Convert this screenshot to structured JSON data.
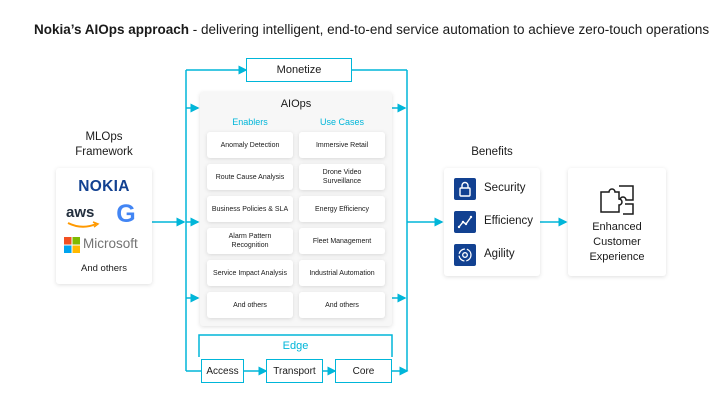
{
  "heading": {
    "strong": "Nokia’s AIOps approach",
    "rest": " - delivering intelligent, end-to-end service automation to achieve zero-touch operations"
  },
  "mlops": {
    "title": "MLOps Framework",
    "nokia": "NOKIA",
    "aws": "aws",
    "google": "G",
    "microsoft": "Microsoft",
    "others": "And others"
  },
  "monetize": "Monetize",
  "aiops": {
    "title": "AIOps",
    "enablers_label": "Enablers",
    "use_cases_label": "Use Cases",
    "enablers": [
      "Anomaly Detection",
      "Route Cause Analysis",
      "Business Policies & SLA",
      "Alarm Pattern Recognition",
      "Service Impact Analysis",
      "And others"
    ],
    "use_cases": [
      "Immersive Retail",
      "Drone Video Surveillance",
      "Energy Efficiency",
      "Fleet Management",
      "Industrial Automation",
      "And others"
    ]
  },
  "edge": {
    "title": "Edge",
    "items": [
      "Access",
      "Transport",
      "Core"
    ]
  },
  "benefits": {
    "title": "Benefits",
    "items": [
      {
        "label": "Security",
        "icon": "lock-icon"
      },
      {
        "label": "Efficiency",
        "icon": "trend-chart-icon"
      },
      {
        "label": "Agility",
        "icon": "cycle-gear-icon"
      }
    ]
  },
  "outcome": {
    "label": "Enhanced Customer Experience",
    "icon": "puzzle-icon"
  },
  "colors": {
    "accent": "#00b6d9",
    "brand": "#124191"
  }
}
